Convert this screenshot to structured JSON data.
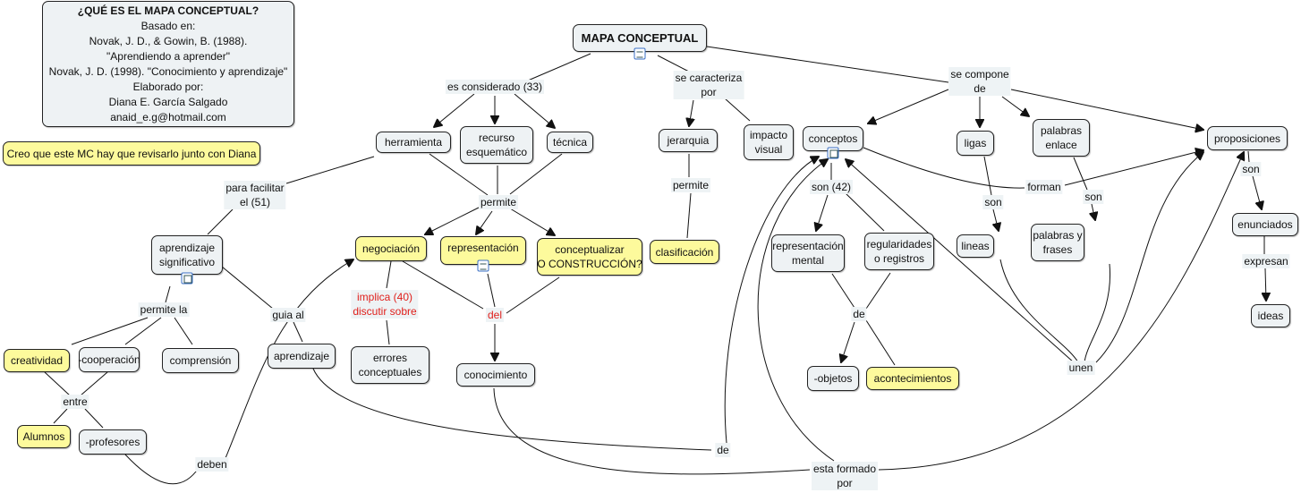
{
  "info_box": {
    "title": "¿QUÉ ES EL MAPA CONCEPTUAL?",
    "lines": [
      "Basado en:",
      "Novak, J. D., & Gowin, B. (1988).",
      "\"Aprendiendo a aprender\"",
      "Novak, J. D. (1998). \"Conocimiento y aprendizaje\"",
      "Elaborado por:",
      "Diana E. García Salgado",
      "anaid_e.g@hotmail.com"
    ]
  },
  "note": "Creo que este MC hay que revisarlo junto con Diana",
  "colors": {
    "concept_bg": "#eef2f4",
    "highlight_bg": "#fdfa9c",
    "red_text": "#e0201c"
  },
  "concepts": {
    "root": "MAPA CONCEPTUAL",
    "herramienta": "herramienta",
    "recurso": [
      "recurso",
      "esquemático"
    ],
    "tecnica": "técnica",
    "jerarquia": "jerarquia",
    "impacto": [
      "impacto",
      "visual"
    ],
    "conceptos": "conceptos",
    "ligas": "ligas",
    "palabras_enlace": [
      "palabras",
      "enlace"
    ],
    "proposiciones": "proposiciones",
    "aprendizaje_sig": [
      "aprendizaje",
      "significativo"
    ],
    "negociacion": "negociación",
    "representacion": "representación",
    "conceptualizar": [
      "conceptualizar",
      "O CONSTRUCCIÓN?"
    ],
    "clasificacion": "clasificación",
    "rep_mental": [
      "representación",
      "mental"
    ],
    "regularidades": [
      "regularidades",
      "o registros"
    ],
    "lineas": "lineas",
    "palabras_frases": [
      "palabras y",
      "frases"
    ],
    "enunciados": "enunciados",
    "creatividad": "creatividad",
    "cooperacion": "-cooperación",
    "comprension": "comprensión",
    "aprendizaje": "aprendizaje",
    "errores": [
      "errores",
      "conceptuales"
    ],
    "conocimiento": "conocimiento",
    "objetos": "-objetos",
    "acontecimientos": "acontecimientos",
    "ideas": "ideas",
    "alumnos": "Alumnos",
    "profesores": "-profesores"
  },
  "links": {
    "es_considerado": "es considerado (33)",
    "se_caracteriza": [
      "se caracteriza",
      "por"
    ],
    "se_compone": [
      "se compone",
      "de"
    ],
    "permite_1": "permite",
    "para_facilitar": [
      "para facilitar",
      "el (51)"
    ],
    "permite_2": "permite",
    "son_42": "son (42)",
    "forman": "forman",
    "son_ligas": "son",
    "son_palabras": "son",
    "son_prop": "son",
    "permite_la": "permite la",
    "guia_al": "guia al",
    "implica": [
      "implica (40)",
      "discutir sobre"
    ],
    "del": "del",
    "de_1": "de",
    "expresan": "expresan",
    "unen": "unen",
    "entre": "entre",
    "de_2": "de",
    "deben": "deben",
    "esta_formado": [
      "esta formado",
      "por"
    ]
  },
  "icons": {
    "root": "document-icon",
    "conceptos": "concept-map-icon",
    "aprendizaje_sig": "concept-map-icon",
    "representacion": "document-icon"
  }
}
